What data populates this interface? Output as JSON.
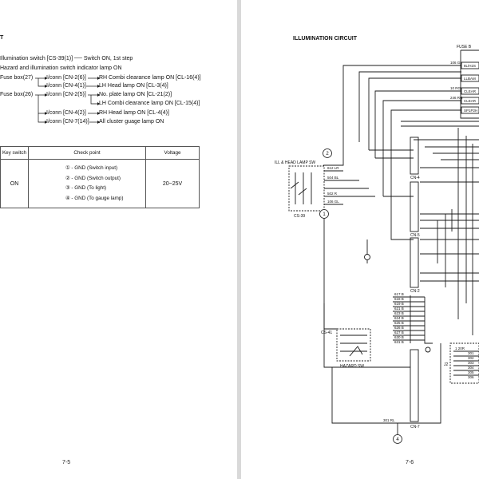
{
  "left_page": {
    "heading_fragment": "T",
    "steps": [
      "Illumination switch [CS-39(1)] ── Switch ON, 1st step",
      "Hazard and illumination switch indicator lamp ON"
    ],
    "sources": {
      "fuse27": "Fuse box(27)",
      "fuse26": "Fuse box(26)"
    },
    "conns": {
      "cn2_6": "I/conn [CN-2(6)]",
      "cn4_1": "I/conn [CN-4(1)]",
      "cn2_5": "I/conn [CN-2(5)]",
      "cn4_2": "I/conn [CN-4(2)]",
      "cn7_14": "I/conn [CN-7(14)]"
    },
    "results": {
      "rh_combi": "RH Combi clearance lamp ON [CL-16(4)]",
      "lh_head": "LH Head lamp ON [CL-3(4)]",
      "plate": "No. plate lamp ON [CL-21(2)]",
      "lh_combi": "LH Combi clearance lamp ON [CL-15(4)]",
      "rh_head": "RH Head lamp ON [CL-4(4)]",
      "cluster": "All cluster guage lamp ON"
    },
    "table": {
      "headers": [
        "Key switch",
        "Check point",
        "Voltage"
      ],
      "key_switch": "ON",
      "check_points": [
        "① - GND (Switch input)",
        "② - GND (Switch output)",
        "③ - GND (To light)",
        "④ - GND (To gauge lamp)"
      ],
      "voltage": "20~25V"
    },
    "page_number": "7-5"
  },
  "right_page": {
    "title": "ILLUMINATION CIRCUIT",
    "fuse_box_label": "FUSE B",
    "fuse_labels": [
      "8L/H2S",
      "LLBAM",
      "CLEAR",
      "CLEAR",
      "SP1P2H"
    ],
    "fuse_wire_labels": [
      "106 GL",
      "10 RG",
      "246 RG"
    ],
    "switch_label": "ILL & HEAD LAMP SW",
    "switch_conn": "CS-39",
    "switch_wires": [
      "612 LR",
      "504 BL",
      "502 R",
      "106 GL"
    ],
    "callouts": [
      "1",
      "2",
      "4"
    ],
    "hazard_label": "HAZARD SW",
    "hazard_conn": "CS-41",
    "conn_labels": [
      "CN-4",
      "CN-5",
      "CN-2",
      "CN-7",
      "J2"
    ],
    "cn2_wires": [
      "617 B",
      "618 B",
      "619 B",
      "621 B",
      "623 B",
      "624 B",
      "625 B",
      "626 B",
      "627 B",
      "630 B",
      "631 B"
    ],
    "cn7_wire": "301 RL",
    "j2_wires": [
      "1 20R",
      "301",
      "302",
      "303",
      "304",
      "305",
      "306"
    ],
    "page_number": "7-6"
  }
}
